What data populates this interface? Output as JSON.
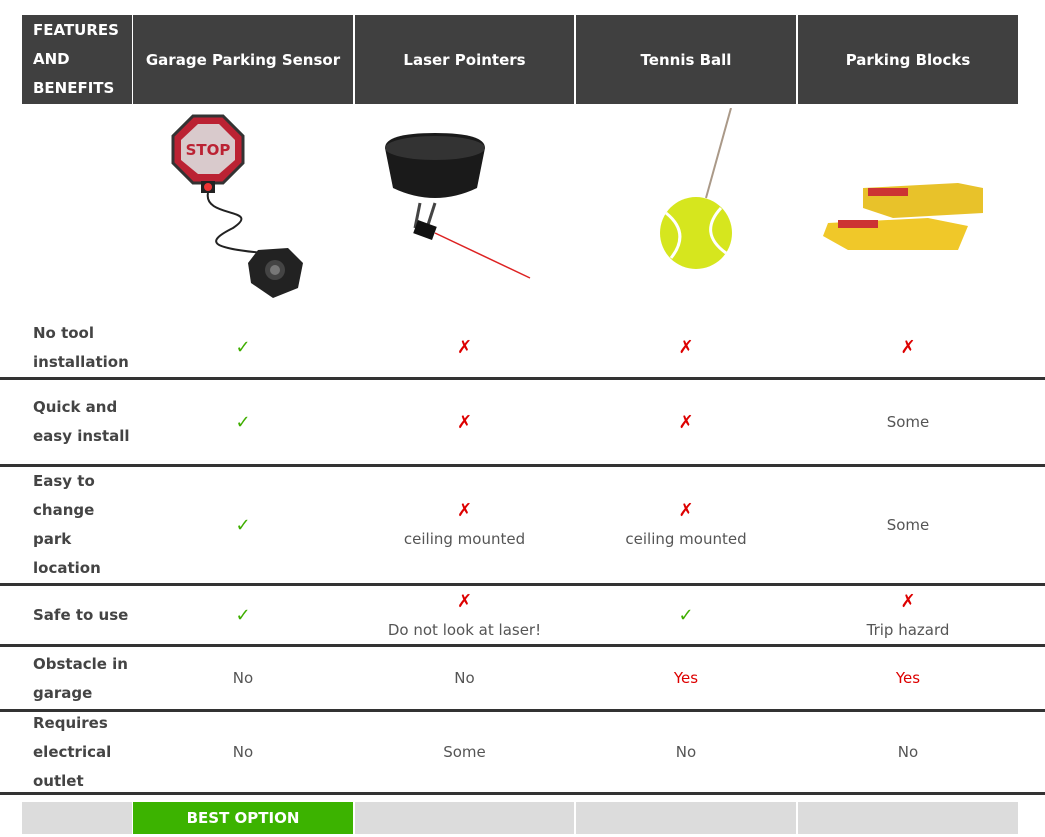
{
  "header": {
    "features": "FEATURES AND BENEFITS",
    "columns": [
      "Garage Parking Sensor",
      "Laser Pointers",
      "Tennis Ball",
      "Parking Blocks"
    ]
  },
  "images": [
    "garage-parking-sensor",
    "laser-pointer",
    "tennis-ball",
    "parking-blocks"
  ],
  "sensor_sign_text": "STOP",
  "rows": [
    {
      "label": "No tool installation",
      "cells": [
        {
          "mark": "✓",
          "note": ""
        },
        {
          "mark": "✗",
          "note": ""
        },
        {
          "mark": "✗",
          "note": ""
        },
        {
          "mark": "✗",
          "note": ""
        }
      ]
    },
    {
      "label": "Quick and easy install",
      "cells": [
        {
          "mark": "✓",
          "note": ""
        },
        {
          "mark": "✗",
          "note": ""
        },
        {
          "mark": "✗",
          "note": ""
        },
        {
          "mark": "",
          "note": "Some"
        }
      ]
    },
    {
      "label": "Easy to change park location",
      "cells": [
        {
          "mark": "✓",
          "note": ""
        },
        {
          "mark": "✗",
          "note": "ceiling mounted"
        },
        {
          "mark": "✗",
          "note": "ceiling mounted"
        },
        {
          "mark": "",
          "note": "Some"
        }
      ]
    },
    {
      "label": "Safe to use",
      "cells": [
        {
          "mark": "✓",
          "note": ""
        },
        {
          "mark": "✗",
          "note": "Do not look at laser!"
        },
        {
          "mark": "✓",
          "note": ""
        },
        {
          "mark": "✗",
          "note": "Trip hazard"
        }
      ]
    },
    {
      "label": "Obstacle in garage",
      "cells": [
        {
          "mark": "",
          "note": "No"
        },
        {
          "mark": "",
          "note": "No"
        },
        {
          "mark": "",
          "note": "Yes",
          "red": true
        },
        {
          "mark": "",
          "note": "Yes",
          "red": true
        }
      ]
    },
    {
      "label": "Requires electrical outlet",
      "cells": [
        {
          "mark": "",
          "note": "No"
        },
        {
          "mark": "",
          "note": "Some"
        },
        {
          "mark": "",
          "note": "No"
        },
        {
          "mark": "",
          "note": "No"
        }
      ]
    }
  ],
  "footer": {
    "best": "BEST OPTION"
  },
  "colors": {
    "header": "#404040",
    "check": "#3fae00",
    "cross": "#dd0000",
    "best": "#3cb300",
    "footer": "#dcdcdc"
  }
}
